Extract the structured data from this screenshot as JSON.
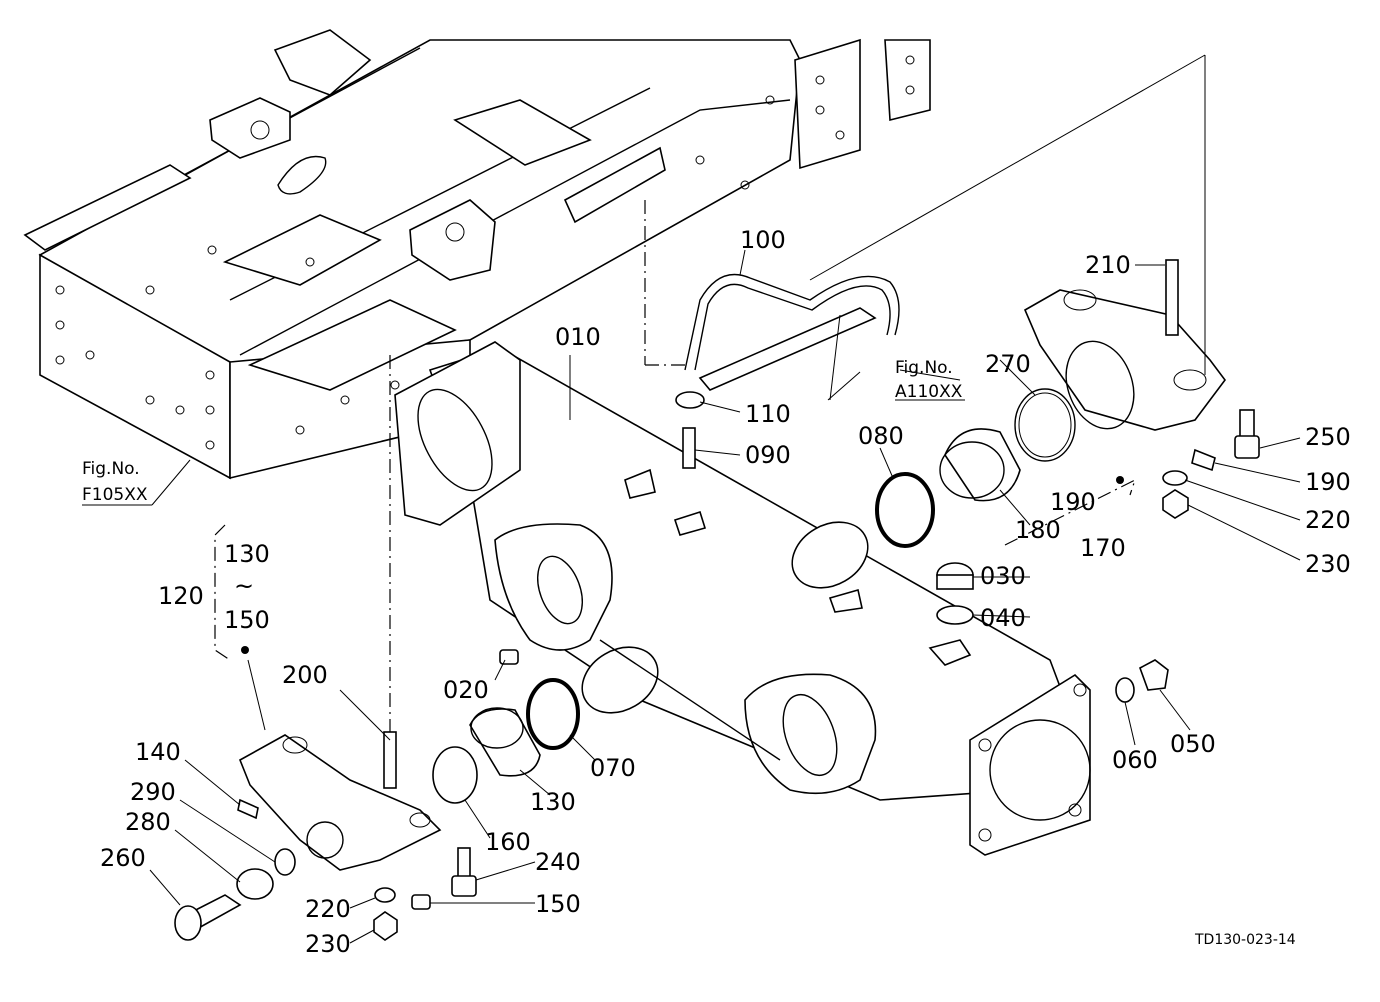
{
  "parts": {
    "p010": "010",
    "p020": "020",
    "p030": "030",
    "p040": "040",
    "p050": "050",
    "p060": "060",
    "p070": "070",
    "p080": "080",
    "p090": "090",
    "p100": "100",
    "p110": "110",
    "p120": "120",
    "p130a": "130",
    "p130b": "130",
    "p140": "140",
    "p150a": "150",
    "p150b": "150",
    "p160": "160",
    "p170": "170",
    "p180": "180",
    "p190a": "190",
    "p190b": "190",
    "p200": "200",
    "p210": "210",
    "p220a": "220",
    "p220b": "220",
    "p230a": "230",
    "p230b": "230",
    "p240": "240",
    "p250": "250",
    "p260": "260",
    "p270": "270",
    "p280": "280",
    "p290": "290",
    "tilde": "~"
  },
  "references": {
    "fig_a_label": "Fig.No.",
    "fig_a_code": "A110XX",
    "fig_f_label": "Fig.No.",
    "fig_f_code": "F105XX"
  },
  "drawing_code": "TD130-023-14"
}
